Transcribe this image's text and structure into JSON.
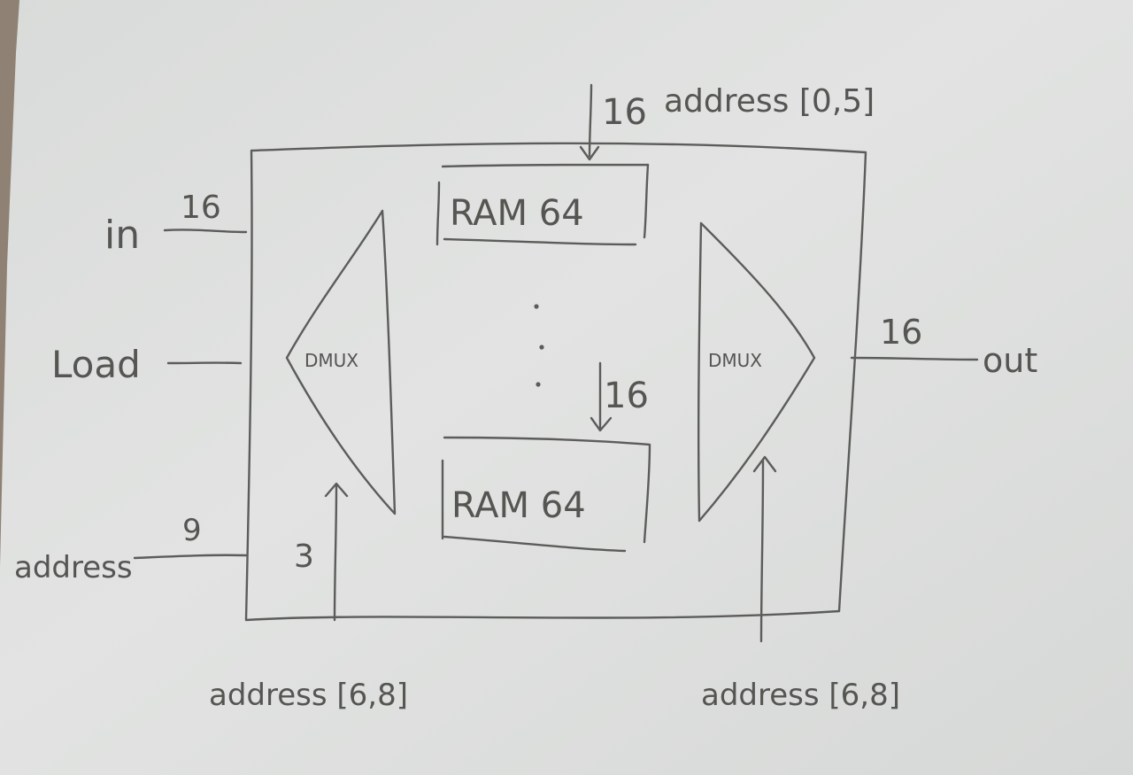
{
  "colors": {
    "paper": "#dfe0df",
    "ink": "#5c5c5a",
    "desk": "#8a7a66"
  },
  "inputs": {
    "in": {
      "label": "in",
      "width": "16"
    },
    "load": {
      "label": "Load"
    },
    "address": {
      "label": "address",
      "width": "9"
    }
  },
  "top_bus": {
    "width": "16",
    "label": "address [0,5]"
  },
  "ram_blocks": [
    {
      "label": "RAM 64"
    },
    {
      "label": "RAM 64"
    }
  ],
  "middle_bus": {
    "width": "16"
  },
  "left_mux": {
    "label": "DMUX"
  },
  "right_mux": {
    "label": "DMUX"
  },
  "left_select": {
    "width": "3",
    "label": "address [6,8]"
  },
  "right_select": {
    "label": "address [6,8]"
  },
  "output": {
    "label": "out",
    "width": "16"
  }
}
